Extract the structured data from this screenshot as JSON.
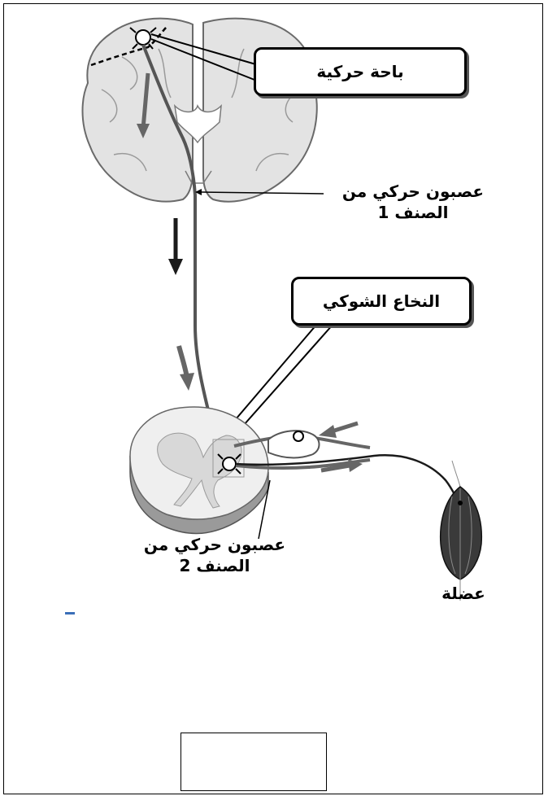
{
  "labels": {
    "motor_area": "باحة حركية",
    "upper_motor_neuron_line1": "عصبون حركي من",
    "upper_motor_neuron_line2": "الصنف 1",
    "spinal_cord": "النخاع الشوكي",
    "lower_motor_neuron_line1": "عصبون حركي من",
    "lower_motor_neuron_line2": "الصنف 2",
    "muscle": "عضلة"
  },
  "colors": {
    "brain_fill": "#e3e3e3",
    "brain_stroke": "#6a6a6a",
    "neuron_path": "#555555",
    "arrow_dark": "#1a1a1a",
    "arrow_gray": "#666666",
    "cord_gray_matter": "#d8d8d8",
    "cord_white_matter": "#efefef",
    "muscle_fill": "#3a3a3a",
    "accent_blue": "#3a6fb8"
  }
}
